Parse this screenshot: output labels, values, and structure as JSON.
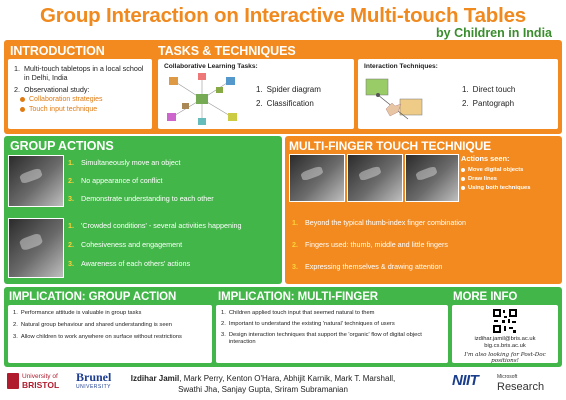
{
  "title": "Group Interaction on Interactive Multi-touch Tables",
  "subtitle": "by Children in India",
  "introduction": {
    "heading": "INTRODUCTION",
    "items": [
      {
        "num": "1.",
        "text": "Multi-touch tabletops in a local school in Delhi, India"
      },
      {
        "num": "2.",
        "text": "Observational study:"
      }
    ],
    "subitems": [
      "Collaboration strategies",
      "Touch input technique"
    ]
  },
  "tasks": {
    "heading": "TASKS & TECHNIQUES",
    "collab_label": "Collaborative Learning Tasks:",
    "collab_items": [
      {
        "num": "1.",
        "text": "Spider diagram"
      },
      {
        "num": "2.",
        "text": "Classification"
      }
    ],
    "interaction_label": "Interaction Techniques:",
    "interaction_items": [
      {
        "num": "1.",
        "text": "Direct touch"
      },
      {
        "num": "2.",
        "text": "Pantograph"
      }
    ]
  },
  "group_actions": {
    "heading": "GROUP ACTIONS",
    "items_top": [
      {
        "num": "1.",
        "text": "Simultaneously move an object"
      },
      {
        "num": "2.",
        "text": "No appearance of conflict"
      },
      {
        "num": "3.",
        "text": "Demonstrate understanding to each other"
      }
    ],
    "items_bottom": [
      {
        "num": "1.",
        "text": "'Crowded conditions' - several activities happening"
      },
      {
        "num": "2.",
        "text": "Cohesiveness and engagement"
      },
      {
        "num": "3.",
        "text": "Awareness of each others' actions"
      }
    ]
  },
  "multi_finger": {
    "heading": "MULTI-FINGER TOUCH TECHNIQUE",
    "actions_label": "Actions seen:",
    "actions": [
      "Move digital objects",
      "Draw lines",
      "Using both techniques"
    ],
    "items": [
      {
        "num": "1.",
        "text": "Beyond the typical thumb-index finger combination"
      },
      {
        "num": "2.",
        "text": "Fingers used: thumb, middle and little fingers"
      },
      {
        "num": "3.",
        "text": "Expressing themselves & drawing attention"
      }
    ]
  },
  "implication_group": {
    "heading": "IMPLICATION: GROUP ACTION",
    "items": [
      {
        "num": "1.",
        "text": "Performance attitude is valuable in group tasks"
      },
      {
        "num": "2.",
        "text": "Natural group behaviour and shared understanding is seen"
      },
      {
        "num": "3.",
        "text": "Allow children to work anywhere on surface without restrictions"
      }
    ]
  },
  "implication_finger": {
    "heading": "IMPLICATION: MULTI-FINGER",
    "items": [
      {
        "num": "1.",
        "text": "Children applied touch input that seemed natural to them"
      },
      {
        "num": "2.",
        "text": "Important to understand the existing 'natural' techniques of users"
      },
      {
        "num": "3.",
        "text": "Design interaction techniques that support the 'organic' flow of digital object interaction"
      }
    ]
  },
  "more_info": {
    "heading": "MORE INFO",
    "email": "izdihar.jamil@bris.ac.uk",
    "site": "big.cs.bris.ac.uk",
    "tagline": "I'm also looking for Post-Doc positions!"
  },
  "footer": {
    "authors_line1_bold": "Izdihar Jamil",
    "authors_line1_rest": ", Mark Perry, Kenton O'Hara, Abhijit Karnik, Mark T. Marshall,",
    "authors_line2": "Swathi Jha, Sanjay Gupta, Sriram Subramanian",
    "logo_bristol_top": "University of",
    "logo_bristol_bottom": "BRISTOL",
    "logo_brunel": "Brunel",
    "logo_brunel_sub": "UNIVERSITY",
    "logo_niit": "NIIT",
    "logo_ms_top": "Microsoft",
    "logo_ms_bottom": "Research"
  },
  "colors": {
    "orange": "#f28a1f",
    "green": "#43b649",
    "title": "#f0891e",
    "subtitle": "#3a8d2c"
  }
}
